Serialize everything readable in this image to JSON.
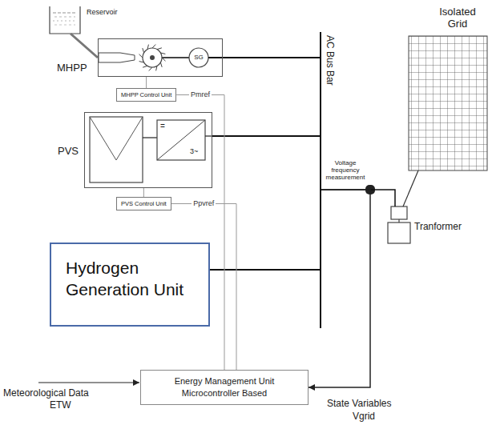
{
  "diagram": {
    "nodes": [
      {
        "text": [
          "Reservoir"
        ]
      },
      {
        "text": [
          "MHPP"
        ]
      },
      {
        "text": [
          "MHPP Control Unit"
        ]
      },
      {
        "text": [
          "PVS"
        ]
      },
      {
        "text": [
          "PVS Control Unit"
        ]
      },
      {
        "text": [
          "Hydrogen Generation Unit"
        ]
      },
      {
        "text": [
          "AC Bus Bar"
        ]
      },
      {
        "text": [
          "Isolated Grid"
        ]
      },
      {
        "text": [
          "Tranformer"
        ]
      },
      {
        "text": [
          "Energy Management Unit Microcontroller Based"
        ]
      }
    ],
    "edges": [
      {
        "from": 0,
        "to": 1,
        "arrow": "none"
      },
      {
        "from": 2,
        "to": 1,
        "arrow": "none"
      },
      {
        "from": 1,
        "to": 6,
        "arrow": "none"
      },
      {
        "from": 4,
        "to": 3,
        "arrow": "none"
      },
      {
        "from": 3,
        "to": 6,
        "arrow": "none"
      },
      {
        "from": 5,
        "to": 6,
        "arrow": "none"
      },
      {
        "from": 6,
        "to": 8,
        "arrow": "none"
      },
      {
        "from": 8,
        "to": 7,
        "arrow": "none"
      },
      {
        "from": 6,
        "to": 9,
        "arrow": "to"
      },
      {
        "from": 9,
        "to": 2,
        "label": "Pmref",
        "arrow": "none"
      },
      {
        "from": 9,
        "to": 4,
        "label": "Ppvref",
        "arrow": "none"
      }
    ],
    "labels": [
      "SG",
      "=",
      "3~",
      "Voltage frequency measurement",
      "Meteorological Data",
      "ETW",
      "State Variables",
      "Vgrid"
    ]
  }
}
